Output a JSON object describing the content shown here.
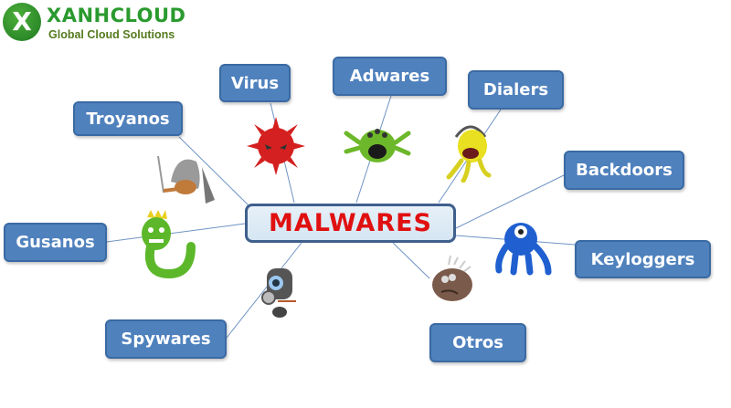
{
  "logo": {
    "icon": "x-letter-icon",
    "icon_letter": "X",
    "name": "XANHCLOUD",
    "tagline": "Global Cloud Solutions",
    "colors": {
      "primary": "#2a9a2e",
      "tagline": "#557a1e"
    }
  },
  "diagram": {
    "center": {
      "label": "MALWARES",
      "color": "#e01010",
      "border": "#3f5f8c"
    },
    "label_color": "#4f81bd",
    "nodes": [
      {
        "id": "virus",
        "label": "Virus",
        "creature": "red-spiky-virus"
      },
      {
        "id": "adwares",
        "label": "Adwares",
        "creature": "green-multi-eyed-monster"
      },
      {
        "id": "dialers",
        "label": "Dialers",
        "creature": "yellow-headset-monster"
      },
      {
        "id": "troyanos",
        "label": "Troyanos",
        "creature": "helmeted-warrior"
      },
      {
        "id": "backdoors",
        "label": "Backdoors",
        "creature": "none"
      },
      {
        "id": "gusanos",
        "label": "Gusanos",
        "creature": "green-worm"
      },
      {
        "id": "keyloggers",
        "label": "Keyloggers",
        "creature": "blue-one-eyed-monster"
      },
      {
        "id": "spywares",
        "label": "Spywares",
        "creature": "magnifying-glass-spy"
      },
      {
        "id": "otros",
        "label": "Otros",
        "creature": "brown-spiky-head"
      }
    ]
  }
}
